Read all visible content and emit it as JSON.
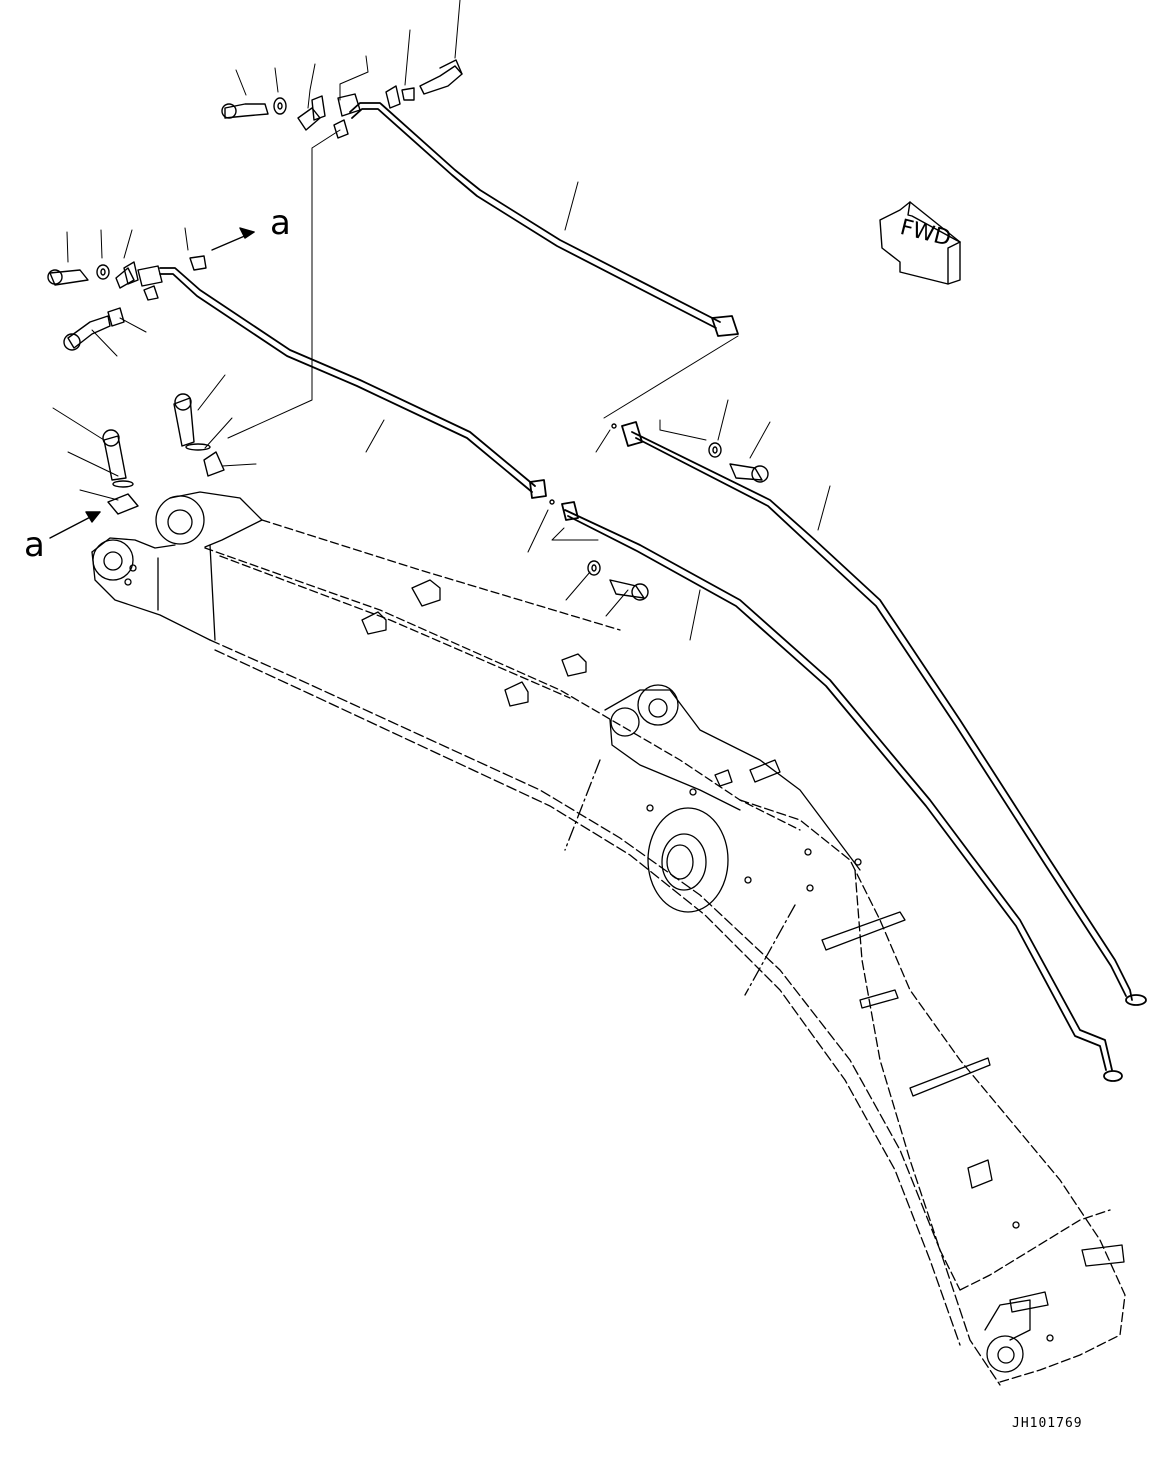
{
  "diagram": {
    "callout_a_top": "a",
    "callout_a_left": "a",
    "fwd_label": "FWD",
    "drawing_code": "JH101769"
  }
}
